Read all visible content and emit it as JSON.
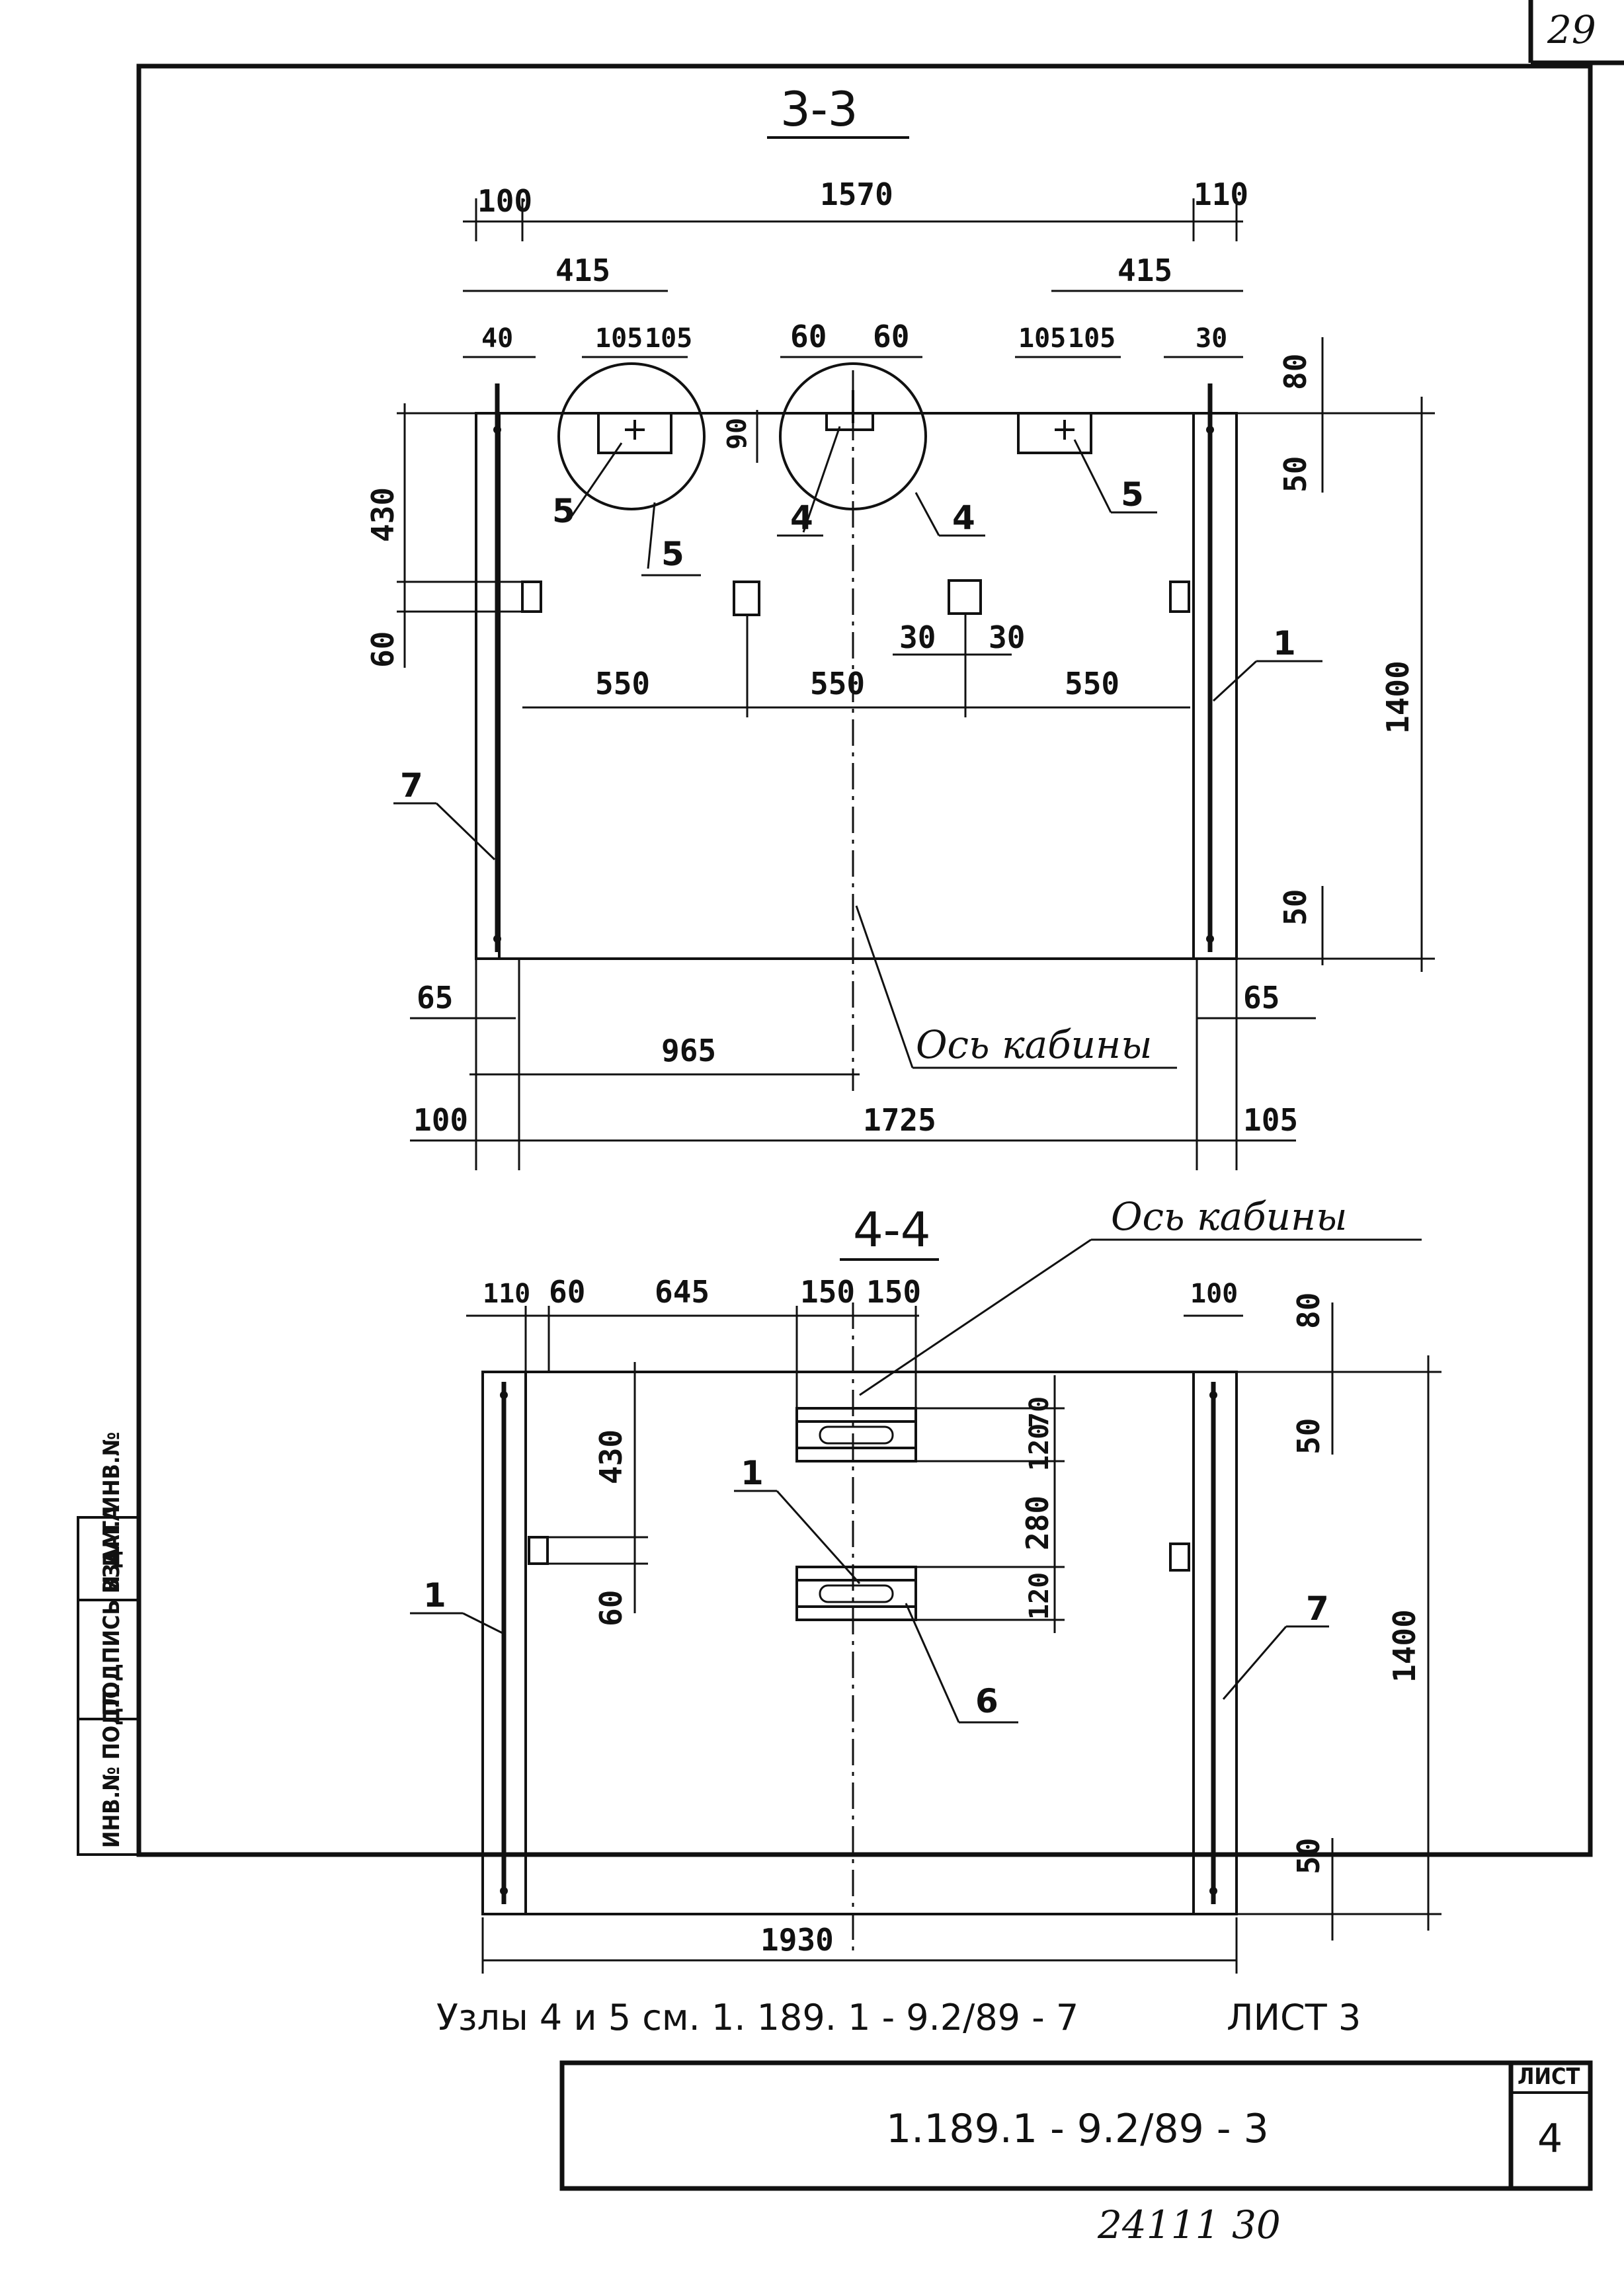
{
  "page_number": "29",
  "section_3": {
    "title": "3-3",
    "dims_top": [
      "100",
      "1570",
      "110"
    ],
    "dims_415_left": "415",
    "dims_415_right": "415",
    "dims_row3": [
      "40",
      "105",
      "105",
      "60",
      "60",
      "105",
      "105",
      "30"
    ],
    "dim_90": "90",
    "dims_right_80": "80",
    "dims_right_50_top": "50",
    "dims_right_1400": "1400",
    "dims_right_50_bottom": "50",
    "dims_left_430": "430",
    "dims_left_60": "60",
    "dims_30_30": [
      "30",
      "30"
    ],
    "dims_550": [
      "550",
      "550",
      "550"
    ],
    "dims_bottom_65": [
      "65",
      "65"
    ],
    "dim_965": "965",
    "dims_bottom_row": [
      "100",
      "1725",
      "105"
    ],
    "callouts": [
      "5",
      "5",
      "4",
      "4",
      "5",
      "1",
      "7"
    ],
    "axis_label": "Ось кабины"
  },
  "section_4": {
    "title": "4-4",
    "axis_label": "Ось кабины",
    "dims_top": [
      "110",
      "60",
      "645",
      "150",
      "150",
      "100"
    ],
    "dims_right_80": "80",
    "dims_right_50_top": "50",
    "dims_right_1400": "1400",
    "dims_right_50_bottom": "50",
    "dims_left_430": "430",
    "dims_left_60": "60",
    "dims_center": [
      "70",
      "120",
      "280",
      "120"
    ],
    "dim_bottom": "1930",
    "callouts": [
      "1",
      "1",
      "6",
      "7"
    ],
    "note_left": "Узлы  4  и  5   см.  1. 189. 1 - 9.2/89 - 7",
    "note_right": "ЛИСТ 3"
  },
  "side_stamp": [
    "ИНВ.№ ПОДЛ.",
    "ПОДПИСЬ И ДАТА",
    "ВЗАМ. ИНВ.№"
  ],
  "title_block": {
    "doc_code": "1.189.1 - 9.2/89 - 3",
    "sheet_label": "ЛИСТ",
    "sheet_number": "4"
  },
  "footer_code": "24111   30"
}
